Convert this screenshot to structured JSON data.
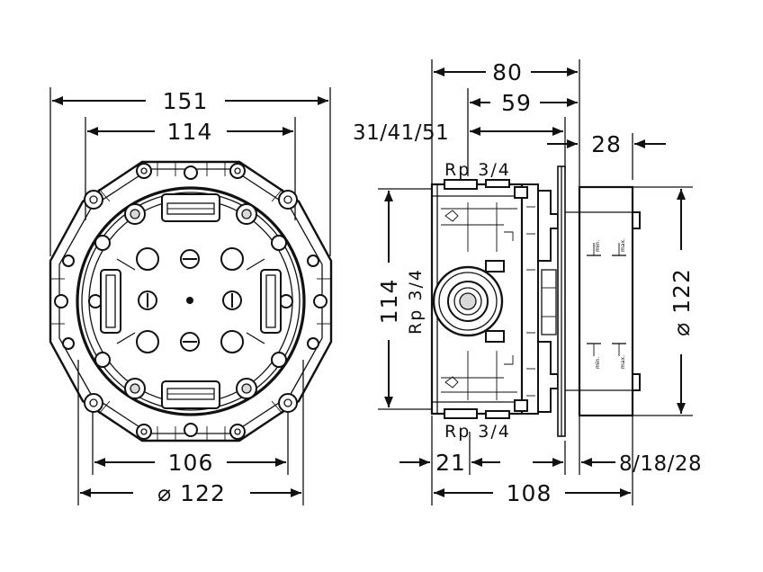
{
  "front_view": {
    "dim_151": "151",
    "dim_114": "114",
    "dim_106": "106",
    "dim_diam_122": "⌀ 122"
  },
  "side_view": {
    "dim_80": "80",
    "dim_59": "59",
    "dim_31_41_51": "31/41/51",
    "dim_28": "28",
    "thread_top": "Rp 3/4",
    "thread_bottom": "Rp 3/4",
    "dim_114": "114",
    "thread_side": "Rp 3/4",
    "dim_diam_122": "⌀ 122",
    "dim_21": "21",
    "dim_8_18_28": "8/18/28",
    "dim_108": "108",
    "label_min_top": "min.",
    "label_max_top": "max.",
    "label_min_bottom": "min.",
    "label_max_bottom": "max."
  },
  "colors": {
    "line": "#111111",
    "background": "#ffffff",
    "fill_grey": "#d9d9d9"
  }
}
